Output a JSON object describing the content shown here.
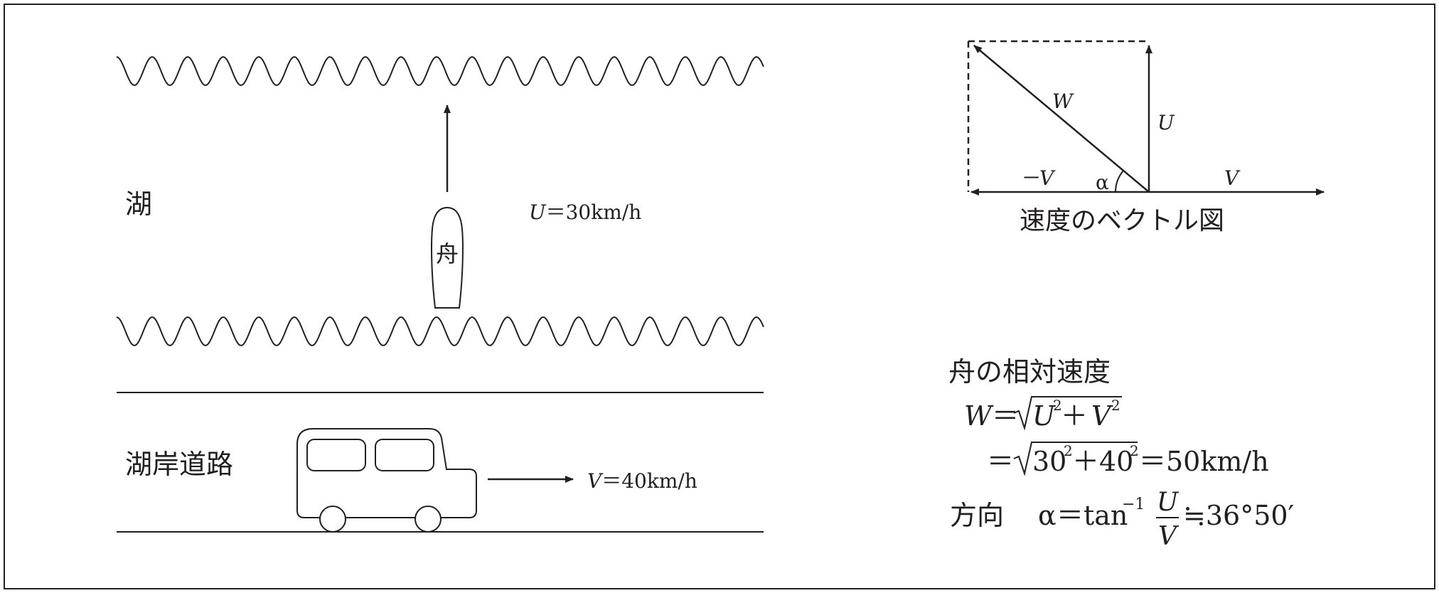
{
  "scene": {
    "lake_label": "湖",
    "road_label": "湖岸道路",
    "boat_label": "舟",
    "boat_speed_var": "U",
    "boat_speed_value": "＝30km/h",
    "car_speed_var": "V",
    "car_speed_value": "＝40km/h"
  },
  "vector_diagram": {
    "caption": "速度のベクトル図",
    "label_W": "W",
    "label_U": "U",
    "label_minus_V": "－V",
    "label_V": "V",
    "label_alpha": "α"
  },
  "calculation": {
    "heading": "舟の相対速度",
    "line1_lhs": "W",
    "line1_eq": "＝",
    "line1_U": "U",
    "line1_plus": "＋",
    "line1_V": "V",
    "exp2": "2",
    "line2_eq": "＝",
    "line2_a": "30",
    "line2_plus": "＋",
    "line2_b": "40",
    "line2_result": "＝50km/h",
    "line3_label": "方向",
    "line3_alpha": "α",
    "line3_eq": "＝tan",
    "line3_exp": "−1",
    "frac_num": "U",
    "frac_den": "V",
    "line3_result": "≒36°50′"
  },
  "colors": {
    "ink": "#231f20",
    "background": "#ffffff"
  }
}
